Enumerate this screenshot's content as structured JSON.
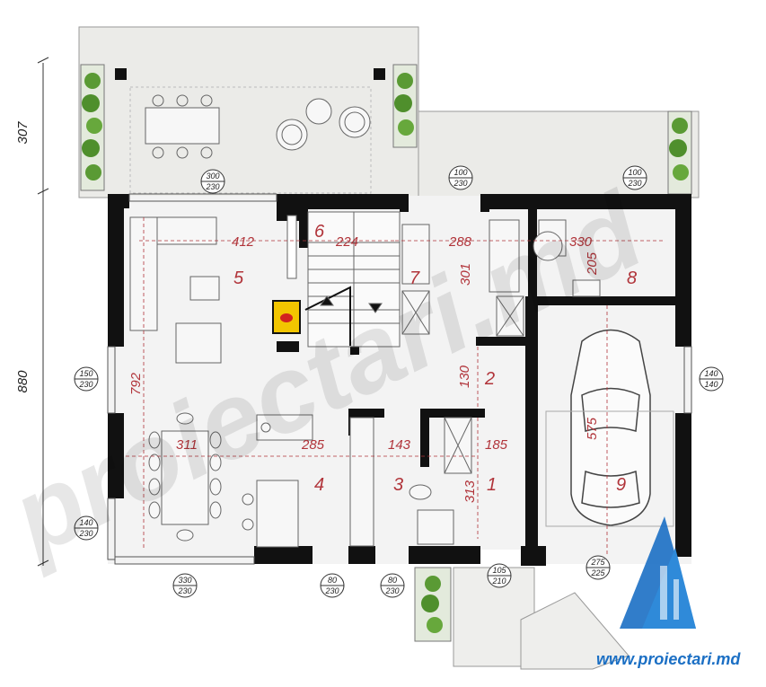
{
  "plan": {
    "overall_dims": {
      "upper": "307",
      "lower": "880"
    },
    "rooms": [
      "1",
      "2",
      "3",
      "4",
      "5",
      "6",
      "7",
      "8",
      "9"
    ],
    "interior_dims": {
      "d412": "412",
      "d224": "224",
      "d288": "288",
      "d330": "330",
      "d301": "301",
      "d205": "205",
      "d792": "792",
      "d130": "130",
      "d311": "311",
      "d285": "285",
      "d143": "143",
      "d185": "185",
      "d313": "313",
      "d575": "575"
    },
    "openings": {
      "top_window": {
        "w": "300",
        "h": "230"
      },
      "door_top_mid": {
        "w": "100",
        "h": "230"
      },
      "door_top_right": {
        "w": "100",
        "h": "230"
      },
      "window_left_upper": {
        "w": "150",
        "h": "230"
      },
      "window_left_lower": {
        "w": "140",
        "h": "230"
      },
      "window_right": {
        "w": "140",
        "h": "140"
      },
      "window_bottom_left": {
        "w": "330",
        "h": "230"
      },
      "window_bottom_mid1": {
        "w": "80",
        "h": "230"
      },
      "window_bottom_mid2": {
        "w": "80",
        "h": "230"
      },
      "entrance_door": {
        "w": "105",
        "h": "210"
      },
      "garage_door": {
        "w": "275",
        "h": "225"
      }
    }
  },
  "watermark": "proiectari.md",
  "brand": "www.proiectari.md",
  "colors": {
    "wall": "#111111",
    "dim_red": "#b1343a",
    "terrace": "#ececea",
    "floor": "#f2f2f2",
    "green": "#4f8f2c",
    "brand_blue": "#1b6fc4"
  }
}
